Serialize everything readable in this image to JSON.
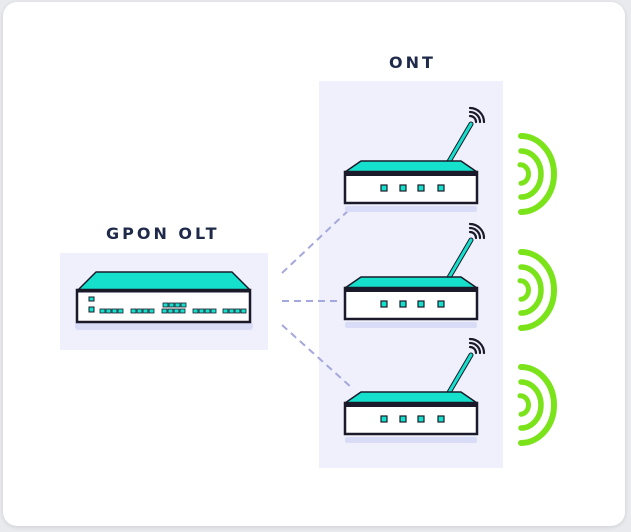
{
  "labels": {
    "olt": "GPON OLT",
    "ont": "ONT"
  },
  "icons": [
    "olt-device-icon",
    "ont-router-icon",
    "wifi-signal-icon"
  ],
  "colors": {
    "device_top": "#14e0cc",
    "device_outline": "#1a1a2a",
    "port": "#14e0cc",
    "wifi_waves": "#7be31a",
    "link_line": "#a5a8dc",
    "panel_bg": "#eff0fb",
    "label_text": "#1f2a4a"
  },
  "onts": [
    {
      "id": "ont-1"
    },
    {
      "id": "ont-2"
    },
    {
      "id": "ont-3"
    }
  ]
}
